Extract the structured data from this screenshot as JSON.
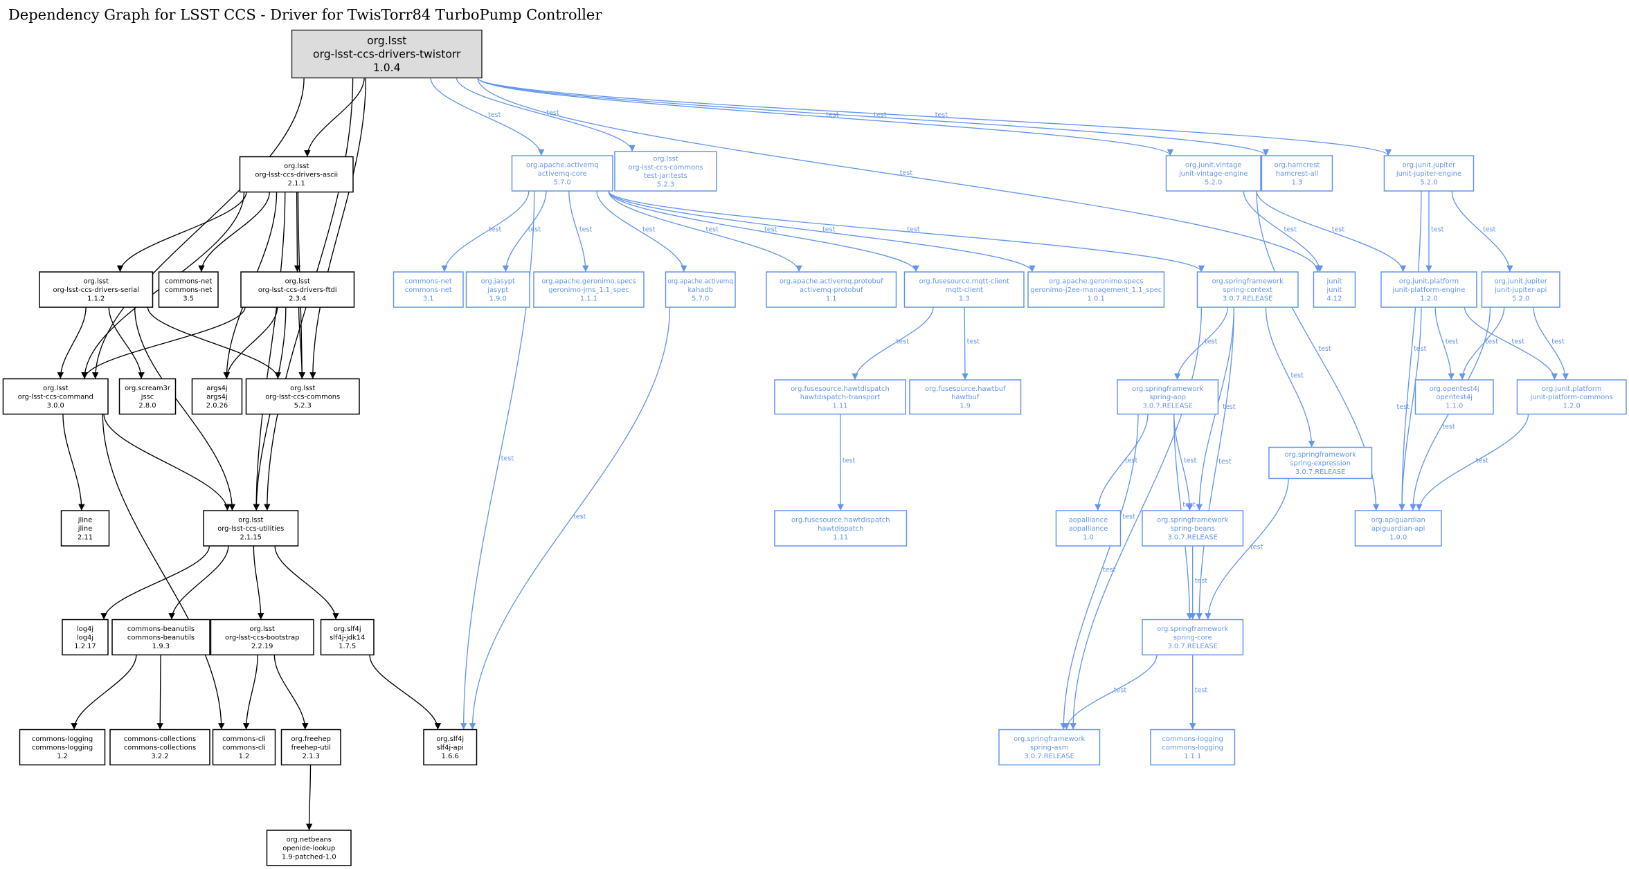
{
  "title": "Dependency Graph for LSST CCS - Driver for TwisTorr84 TurboPump Controller",
  "colors": {
    "compile": "#000000",
    "test": "#6495ed",
    "root_fill": "#dcdcdc"
  },
  "nodes": {
    "root": {
      "group": "org.lsst",
      "artifact": "org-lsst-ccs-drivers-twistorr",
      "version": "1.0.4",
      "scope": "root"
    },
    "ascii": {
      "group": "org.lsst",
      "artifact": "org-lsst-ccs-drivers-ascii",
      "version": "2.1.1",
      "scope": "compile"
    },
    "serial": {
      "group": "org.lsst",
      "artifact": "org-lsst-ccs-drivers-serial",
      "version": "1.1.2",
      "scope": "compile"
    },
    "commonsnet35": {
      "group": "commons-net",
      "artifact": "commons-net",
      "version": "3.5",
      "scope": "compile"
    },
    "ftdi": {
      "group": "org.lsst",
      "artifact": "org-lsst-ccs-drivers-ftdi",
      "version": "2.3.4",
      "scope": "compile"
    },
    "command": {
      "group": "org.lsst",
      "artifact": "org-lsst-ccs-command",
      "version": "3.0.0",
      "scope": "compile"
    },
    "jssc": {
      "group": "org.scream3r",
      "artifact": "jssc",
      "version": "2.8.0",
      "scope": "compile"
    },
    "args4j": {
      "group": "args4j",
      "artifact": "args4j",
      "version": "2.0.26",
      "scope": "compile"
    },
    "commons": {
      "group": "org.lsst",
      "artifact": "org-lsst-ccs-commons",
      "version": "5.2.3",
      "scope": "compile"
    },
    "jline": {
      "group": "jline",
      "artifact": "jline",
      "version": "2.11",
      "scope": "compile"
    },
    "utilities": {
      "group": "org.lsst",
      "artifact": "org-lsst-ccs-utilities",
      "version": "2.1.15",
      "scope": "compile"
    },
    "log4j": {
      "group": "log4j",
      "artifact": "log4j",
      "version": "1.2.17",
      "scope": "compile"
    },
    "beanutils": {
      "group": "commons-beanutils",
      "artifact": "commons-beanutils",
      "version": "1.9.3",
      "scope": "compile"
    },
    "bootstrap": {
      "group": "org.lsst",
      "artifact": "org-lsst-ccs-bootstrap",
      "version": "2.2.19",
      "scope": "compile"
    },
    "slf4jjdk14": {
      "group": "org.slf4j",
      "artifact": "slf4j-jdk14",
      "version": "1.7.5",
      "scope": "compile"
    },
    "logging12": {
      "group": "commons-logging",
      "artifact": "commons-logging",
      "version": "1.2",
      "scope": "compile"
    },
    "collections": {
      "group": "commons-collections",
      "artifact": "commons-collections",
      "version": "3.2.2",
      "scope": "compile"
    },
    "cli": {
      "group": "commons-cli",
      "artifact": "commons-cli",
      "version": "1.2",
      "scope": "compile"
    },
    "freehep": {
      "group": "org.freehep",
      "artifact": "freehep-util",
      "version": "2.1.3",
      "scope": "compile"
    },
    "slf4japi": {
      "group": "org.slf4j",
      "artifact": "slf4j-api",
      "version": "1.6.6",
      "scope": "compile"
    },
    "openide": {
      "group": "org.netbeans",
      "artifact": "openide-lookup",
      "version": "1.9-patched-1.0",
      "scope": "compile"
    },
    "amqcore": {
      "group": "org.apache.activemq",
      "artifact": "activemq-core",
      "version": "5.7.0",
      "scope": "test"
    },
    "commonstest": {
      "group": "org.lsst",
      "artifact": "org-lsst-ccs-commons",
      "classifier": "test-jar:tests",
      "version": "5.2.3",
      "scope": "test"
    },
    "vintage": {
      "group": "org.junit.vintage",
      "artifact": "junit-vintage-engine",
      "version": "5.2.0",
      "scope": "test"
    },
    "hamcrest": {
      "group": "org.hamcrest",
      "artifact": "hamcrest-all",
      "version": "1.3",
      "scope": "test"
    },
    "jupengine": {
      "group": "org.junit.jupiter",
      "artifact": "junit-jupiter-engine",
      "version": "5.2.0",
      "scope": "test"
    },
    "commonsnet31": {
      "group": "commons-net",
      "artifact": "commons-net",
      "version": "3.1",
      "scope": "test"
    },
    "jasypt": {
      "group": "org.jasypt",
      "artifact": "jasypt",
      "version": "1.9.0",
      "scope": "test"
    },
    "geronimojms": {
      "group": "org.apache.geronimo.specs",
      "artifact": "geronimo-jms_1.1_spec",
      "version": "1.1.1",
      "scope": "test"
    },
    "kahadb": {
      "group": "org.apache.activemq",
      "artifact": "kahadb",
      "version": "5.7.0",
      "scope": "test"
    },
    "protobuf": {
      "group": "org.apache.activemq.protobuf",
      "artifact": "activemq-protobuf",
      "version": "1.1",
      "scope": "test"
    },
    "mqtt": {
      "group": "org.fusesource.mqtt-client",
      "artifact": "mqtt-client",
      "version": "1.3",
      "scope": "test"
    },
    "j2ee": {
      "group": "org.apache.geronimo.specs",
      "artifact": "geronimo-j2ee-management_1.1_spec",
      "version": "1.0.1",
      "scope": "test"
    },
    "springcontext": {
      "group": "org.springframework",
      "artifact": "spring-context",
      "version": "3.0.7.RELEASE",
      "scope": "test"
    },
    "junit": {
      "group": "junit",
      "artifact": "junit",
      "version": "4.12",
      "scope": "test"
    },
    "platengine": {
      "group": "org.junit.platform",
      "artifact": "junit-platform-engine",
      "version": "1.2.0",
      "scope": "test"
    },
    "jupapi": {
      "group": "org.junit.jupiter",
      "artifact": "junit-jupiter-api",
      "version": "5.2.0",
      "scope": "test"
    },
    "hawttransport": {
      "group": "org.fusesource.hawtdispatch",
      "artifact": "hawtdispatch-transport",
      "version": "1.11",
      "scope": "test"
    },
    "hawtbuf": {
      "group": "org.fusesource.hawtbuf",
      "artifact": "hawtbuf",
      "version": "1.9",
      "scope": "test"
    },
    "springaop": {
      "group": "org.springframework",
      "artifact": "spring-aop",
      "version": "3.0.7.RELEASE",
      "scope": "test"
    },
    "opentest4j": {
      "group": "org.opentest4j",
      "artifact": "opentest4j",
      "version": "1.1.0",
      "scope": "test"
    },
    "platcommons": {
      "group": "org.junit.platform",
      "artifact": "junit-platform-commons",
      "version": "1.2.0",
      "scope": "test"
    },
    "springexpr": {
      "group": "org.springframework",
      "artifact": "spring-expression",
      "version": "3.0.7.RELEASE",
      "scope": "test"
    },
    "hawtdispatch": {
      "group": "org.fusesource.hawtdispatch",
      "artifact": "hawtdispatch",
      "version": "1.11",
      "scope": "test"
    },
    "aopalliance": {
      "group": "aopalliance",
      "artifact": "aopalliance",
      "version": "1.0",
      "scope": "test"
    },
    "springbeans": {
      "group": "org.springframework",
      "artifact": "spring-beans",
      "version": "3.0.7.RELEASE",
      "scope": "test"
    },
    "apiguardian": {
      "group": "org.apiguardian",
      "artifact": "apiguardian-api",
      "version": "1.0.0",
      "scope": "test"
    },
    "springcore": {
      "group": "org.springframework",
      "artifact": "spring-core",
      "version": "3.0.7.RELEASE",
      "scope": "test"
    },
    "springasm": {
      "group": "org.springframework",
      "artifact": "spring-asm",
      "version": "3.0.7.RELEASE",
      "scope": "test"
    },
    "logging111": {
      "group": "commons-logging",
      "artifact": "commons-logging",
      "version": "1.1.1",
      "scope": "test"
    }
  },
  "edges": [
    {
      "from": "root",
      "to": "ascii"
    },
    {
      "from": "root",
      "to": "command"
    },
    {
      "from": "root",
      "to": "commons"
    },
    {
      "from": "root",
      "to": "utilities"
    },
    {
      "from": "ascii",
      "to": "serial"
    },
    {
      "from": "ascii",
      "to": "commonsnet35"
    },
    {
      "from": "ascii",
      "to": "ftdi"
    },
    {
      "from": "ascii",
      "to": "args4j"
    },
    {
      "from": "ascii",
      "to": "commons"
    },
    {
      "from": "ascii",
      "to": "command"
    },
    {
      "from": "ascii",
      "to": "utilities"
    },
    {
      "from": "serial",
      "to": "command"
    },
    {
      "from": "serial",
      "to": "jssc"
    },
    {
      "from": "serial",
      "to": "commons"
    },
    {
      "from": "serial",
      "to": "utilities"
    },
    {
      "from": "ftdi",
      "to": "command"
    },
    {
      "from": "ftdi",
      "to": "args4j"
    },
    {
      "from": "ftdi",
      "to": "commons"
    },
    {
      "from": "ftdi",
      "to": "utilities"
    },
    {
      "from": "command",
      "to": "jline"
    },
    {
      "from": "command",
      "to": "utilities"
    },
    {
      "from": "command",
      "to": "cli"
    },
    {
      "from": "utilities",
      "to": "log4j"
    },
    {
      "from": "utilities",
      "to": "beanutils"
    },
    {
      "from": "utilities",
      "to": "bootstrap"
    },
    {
      "from": "utilities",
      "to": "slf4jjdk14"
    },
    {
      "from": "beanutils",
      "to": "logging12"
    },
    {
      "from": "beanutils",
      "to": "collections"
    },
    {
      "from": "bootstrap",
      "to": "cli"
    },
    {
      "from": "bootstrap",
      "to": "freehep"
    },
    {
      "from": "slf4jjdk14",
      "to": "slf4japi"
    },
    {
      "from": "freehep",
      "to": "openide"
    },
    {
      "from": "root",
      "to": "amqcore",
      "label": "test"
    },
    {
      "from": "root",
      "to": "commonstest",
      "label": "test"
    },
    {
      "from": "root",
      "to": "vintage",
      "label": "test"
    },
    {
      "from": "root",
      "to": "hamcrest",
      "label": "test"
    },
    {
      "from": "root",
      "to": "junit",
      "label": "test"
    },
    {
      "from": "root",
      "to": "jupengine",
      "label": "test"
    },
    {
      "from": "amqcore",
      "to": "commonsnet31",
      "label": "test"
    },
    {
      "from": "amqcore",
      "to": "jasypt",
      "label": "test"
    },
    {
      "from": "amqcore",
      "to": "geronimojms",
      "label": "test"
    },
    {
      "from": "amqcore",
      "to": "kahadb",
      "label": "test"
    },
    {
      "from": "amqcore",
      "to": "protobuf",
      "label": "test"
    },
    {
      "from": "amqcore",
      "to": "mqtt",
      "label": "test"
    },
    {
      "from": "amqcore",
      "to": "j2ee",
      "label": "test"
    },
    {
      "from": "amqcore",
      "to": "springcontext",
      "label": "test"
    },
    {
      "from": "amqcore",
      "to": "slf4japi",
      "label": "test"
    },
    {
      "from": "kahadb",
      "to": "slf4japi",
      "label": "test"
    },
    {
      "from": "mqtt",
      "to": "hawttransport",
      "label": "test"
    },
    {
      "from": "mqtt",
      "to": "hawtbuf",
      "label": "test"
    },
    {
      "from": "hawttransport",
      "to": "hawtdispatch",
      "label": "test"
    },
    {
      "from": "springcontext",
      "to": "springaop",
      "label": "test"
    },
    {
      "from": "springcontext",
      "to": "springbeans",
      "label": "test"
    },
    {
      "from": "springcontext",
      "to": "springcore",
      "label": "test"
    },
    {
      "from": "springcontext",
      "to": "springexpr",
      "label": "test"
    },
    {
      "from": "springcontext",
      "to": "springasm",
      "label": "test"
    },
    {
      "from": "springaop",
      "to": "aopalliance",
      "label": "test"
    },
    {
      "from": "springaop",
      "to": "springbeans",
      "label": "test"
    },
    {
      "from": "springaop",
      "to": "springcore",
      "label": "test"
    },
    {
      "from": "springaop",
      "to": "springasm",
      "label": "test"
    },
    {
      "from": "springbeans",
      "to": "springcore",
      "label": "test"
    },
    {
      "from": "springexpr",
      "to": "springcore",
      "label": "test"
    },
    {
      "from": "springcore",
      "to": "springasm",
      "label": "test"
    },
    {
      "from": "springcore",
      "to": "logging111",
      "label": "test"
    },
    {
      "from": "vintage",
      "to": "junit",
      "label": "test"
    },
    {
      "from": "vintage",
      "to": "platengine",
      "label": "test"
    },
    {
      "from": "vintage",
      "to": "apiguardian",
      "label": "test"
    },
    {
      "from": "jupengine",
      "to": "platengine",
      "label": "test"
    },
    {
      "from": "jupengine",
      "to": "jupapi",
      "label": "test"
    },
    {
      "from": "jupengine",
      "to": "apiguardian",
      "label": "test"
    },
    {
      "from": "platengine",
      "to": "opentest4j",
      "label": "test"
    },
    {
      "from": "platengine",
      "to": "platcommons",
      "label": "test"
    },
    {
      "from": "platengine",
      "to": "apiguardian",
      "label": "test"
    },
    {
      "from": "jupapi",
      "to": "opentest4j",
      "label": "test"
    },
    {
      "from": "jupapi",
      "to": "platcommons",
      "label": "test"
    },
    {
      "from": "jupapi",
      "to": "apiguardian",
      "label": "test"
    },
    {
      "from": "platcommons",
      "to": "apiguardian",
      "label": "test"
    }
  ]
}
